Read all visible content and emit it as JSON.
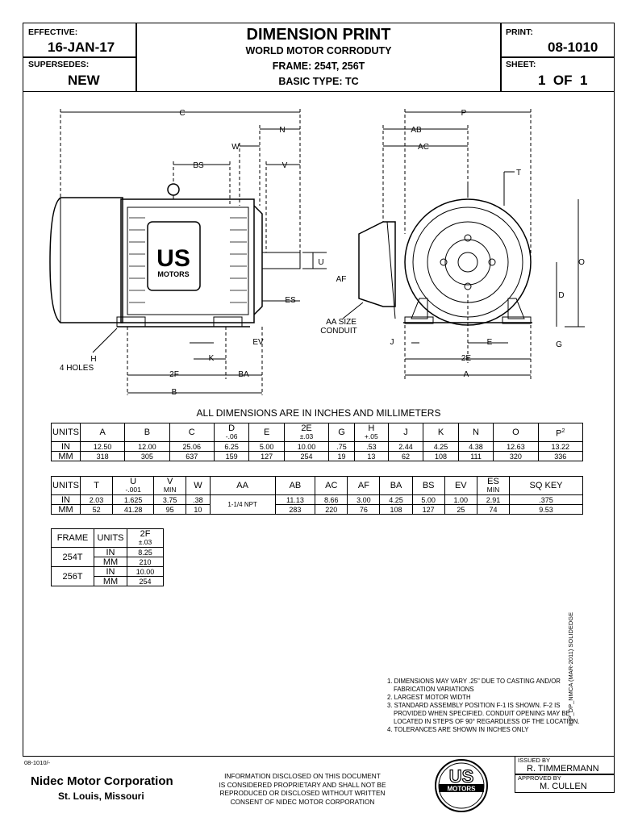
{
  "header": {
    "effective_label": "EFFECTIVE:",
    "effective_value": "16-JAN-17",
    "supersedes_label": "SUPERSEDES:",
    "supersedes_value": "NEW",
    "title": "DIMENSION PRINT",
    "line1": "WORLD MOTOR CORRODUTY",
    "line2": "FRAME: 254T, 256T",
    "line3": "BASIC TYPE: TC",
    "print_label": "PRINT:",
    "print_value": "08-1010",
    "sheet_label": "SHEET:",
    "sheet_value": "1  OF  1"
  },
  "drawing": {
    "side_labels": [
      "C",
      "N",
      "W",
      "BS",
      "V",
      "U",
      "AF",
      "ES",
      "EV",
      "K",
      "H",
      "4 HOLES",
      "2F",
      "BA",
      "B"
    ],
    "end_labels": [
      "P",
      "AB",
      "AC",
      "T",
      "O",
      "D",
      "AA SIZE",
      "CONDUIT",
      "J",
      "E",
      "G",
      "2E",
      "A"
    ],
    "logo_top": "US",
    "logo_bottom": "MOTORS"
  },
  "table_title": "ALL DIMENSIONS ARE IN INCHES AND MILLIMETERS",
  "table1": {
    "headers": [
      {
        "main": "UNITS",
        "sub": ""
      },
      {
        "main": "A",
        "sub": ""
      },
      {
        "main": "B",
        "sub": ""
      },
      {
        "main": "C",
        "sub": ""
      },
      {
        "main": "D",
        "sub": "-.06"
      },
      {
        "main": "E",
        "sub": ""
      },
      {
        "main": "2E",
        "sub": "±.03"
      },
      {
        "main": "G",
        "sub": ""
      },
      {
        "main": "H",
        "sub": "+.05"
      },
      {
        "main": "J",
        "sub": ""
      },
      {
        "main": "K",
        "sub": ""
      },
      {
        "main": "N",
        "sub": ""
      },
      {
        "main": "O",
        "sub": ""
      },
      {
        "main": "P",
        "sub": "2"
      }
    ],
    "rows": [
      [
        "IN",
        "12.50",
        "12.00",
        "25.06",
        "6.25",
        "5.00",
        "10.00",
        ".75",
        ".53",
        "2.44",
        "4.25",
        "4.38",
        "12.63",
        "13.22"
      ],
      [
        "MM",
        "318",
        "305",
        "637",
        "159",
        "127",
        "254",
        "19",
        "13",
        "62",
        "108",
        "111",
        "320",
        "336"
      ]
    ]
  },
  "table2": {
    "headers": [
      {
        "main": "UNITS",
        "sub": ""
      },
      {
        "main": "T",
        "sub": ""
      },
      {
        "main": "U",
        "sub": "-.001"
      },
      {
        "main": "V",
        "sub": "MIN"
      },
      {
        "main": "W",
        "sub": ""
      },
      {
        "main": "AA",
        "sub": ""
      },
      {
        "main": "AB",
        "sub": ""
      },
      {
        "main": "AC",
        "sub": ""
      },
      {
        "main": "AF",
        "sub": ""
      },
      {
        "main": "BA",
        "sub": ""
      },
      {
        "main": "BS",
        "sub": ""
      },
      {
        "main": "EV",
        "sub": ""
      },
      {
        "main": "ES",
        "sub": "MIN"
      },
      {
        "main": "SQ KEY",
        "sub": ""
      }
    ],
    "rows": [
      [
        "IN",
        "2.03",
        "1.625",
        "3.75",
        ".38",
        "1-1/4 NPT",
        "11.13",
        "8.66",
        "3.00",
        "4.25",
        "5.00",
        "1.00",
        "2.91",
        ".375"
      ],
      [
        "MM",
        "52",
        "41.28",
        "95",
        "10",
        "",
        "283",
        "220",
        "76",
        "108",
        "127",
        "25",
        "74",
        "9.53"
      ]
    ]
  },
  "table3": {
    "headers": [
      {
        "main": "FRAME",
        "sub": ""
      },
      {
        "main": "UNITS",
        "sub": ""
      },
      {
        "main": "2F",
        "sub": "±.03"
      }
    ],
    "rows": [
      {
        "frame": "254T",
        "in": "8.25",
        "mm": "210"
      },
      {
        "frame": "256T",
        "in": "10.00",
        "mm": "254"
      }
    ],
    "unit_in": "IN",
    "unit_mm": "MM"
  },
  "notes": [
    "1. DIMENSIONS MAY VARY .25\" DUE TO CASTING AND/OR FABRICATION VARIATIONS",
    "2. LARGEST MOTOR WIDTH",
    "3. STANDARD ASSEMBLY POSITION F-1 IS SHOWN.  F-2 IS PROVIDED WHEN SPECIFIED.  CONDUIT OPENING MAY BE LOCATED IN STEPS OF 90° REGARDLESS OF THE LOCATION.",
    "4. TOLERANCES ARE SHOWN IN INCHES ONLY"
  ],
  "side_note": "IHP_DP_NMCA (MAR-2011) SOLIDEDGE",
  "footer": {
    "doc_ref": "08-1010/-",
    "company": "Nidec Motor Corporation",
    "city": "St. Louis, Missouri",
    "disclaimer": [
      "INFORMATION DISCLOSED ON THIS DOCUMENT",
      "IS CONSIDERED PROPRIETARY AND SHALL NOT BE",
      "REPRODUCED OR DISCLOSED WITHOUT WRITTEN",
      "CONSENT OF NIDEC MOTOR CORPORATION"
    ],
    "issued_by_label": "ISSUED BY",
    "issued_by": "R. TIMMERMANN",
    "approved_by_label": "APPROVED BY",
    "approved_by": "M. CULLEN",
    "logo_text": "MOTORS"
  }
}
